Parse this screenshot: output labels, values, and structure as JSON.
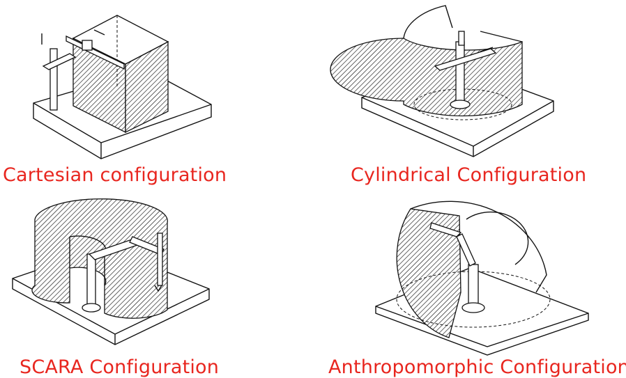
{
  "captions": {
    "cartesian": "Cartesian configuration",
    "cylindrical": "Cylindrical Configuration",
    "scara": "SCARA Configuration",
    "anthropomorphic": "Anthropomorphic Configuration"
  },
  "colors": {
    "caption": "#e8261f",
    "line": "#111111",
    "background": "#ffffff"
  }
}
